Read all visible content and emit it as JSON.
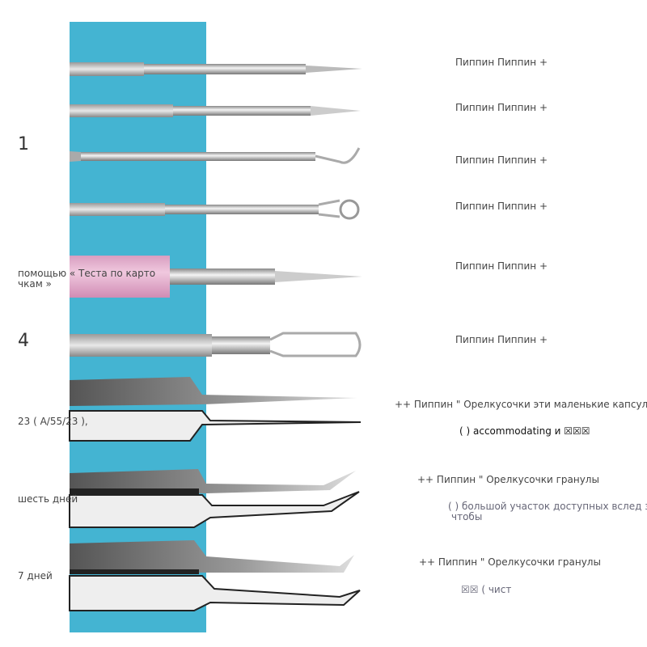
{
  "left_labels": {
    "one": "1",
    "pink_line1": "помощью « Теста по карто",
    "pink_line2": "чкам »",
    "four": "4",
    "model": "23 ( A/55/23 ),",
    "six_days": "шесть дней",
    "seven_days": "7 дней"
  },
  "right_labels": {
    "tool1": "Пиппин Пиппин +",
    "tool2": "Пиппин Пиппин +",
    "tool3": "Пиппин Пиппин +",
    "tool4": "Пиппин Пиппин +",
    "tool5": "Пиппин Пиппин +",
    "tool6": "Пиппин Пиппин +",
    "tweezer1_title": "++ Пиппин \" Орелкусочки эти маленькие капсулы",
    "tweezer1_desc": "( ) accommodating и ☒☒☒",
    "tweezer2_title": "++ Пиппин \" Орелкусочки гранулы",
    "tweezer2_desc1": "( ) большой участок доступных вслед за",
    "tweezer2_desc2": "чтобы",
    "tweezer3_title": "++ Пиппин \" Орелкусочки гранулы",
    "tweezer3_desc": "☒☒ ( чист"
  },
  "colors": {
    "strip": "#44b4d2",
    "pink_handle": "#e6b4cf"
  }
}
